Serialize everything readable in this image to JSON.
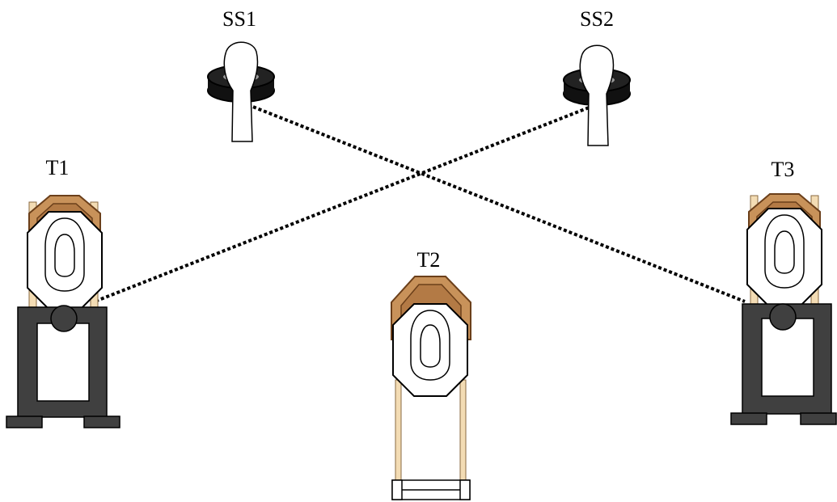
{
  "labels": {
    "ss1": "SS1",
    "ss2": "SS2",
    "t1": "T1",
    "t2": "T2",
    "t3": "T3"
  },
  "colors": {
    "target_face": "#ffffff",
    "target_backer": "#c8925a",
    "target_backer_stroke": "#6b3f1a",
    "post_wood": "#f3dcb4",
    "stand_metal": "#404040",
    "shooter_ring": "#1a1a1a",
    "line_of_fire": "#000000"
  },
  "icons": {
    "shooting_station": "shooter-silhouette-icon",
    "target": "ipsc-octagon-target-icon",
    "stand": "steel-stand-icon"
  }
}
